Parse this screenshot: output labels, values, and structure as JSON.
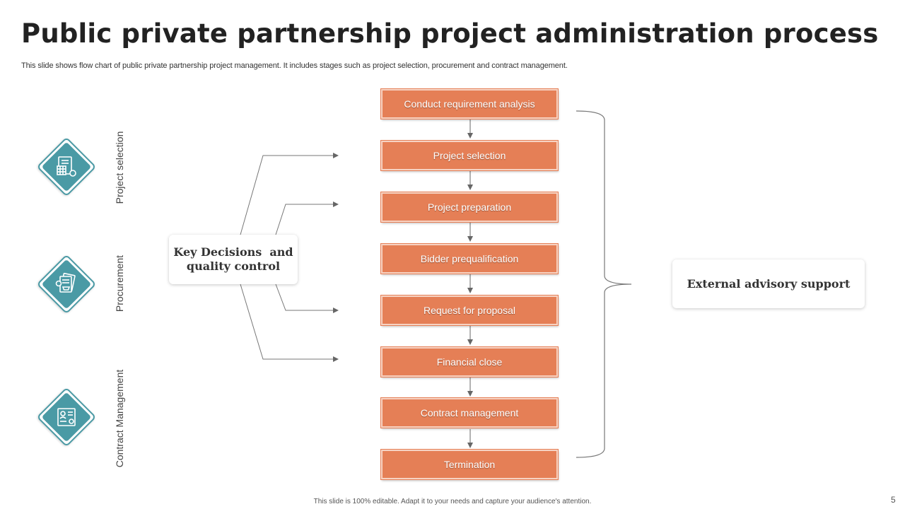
{
  "title": "Public private partnership project administration process",
  "subtitle": "This slide shows flow chart of public private partnership project management. It includes stages such as project selection, procurement and contract management.",
  "steps": [
    "Conduct requirement analysis",
    "Project selection",
    "Project preparation",
    "Bidder prequalification",
    "Request for proposal",
    "Financial close",
    "Contract management",
    "Termination"
  ],
  "left_card": {
    "line1": "Key Decisions  and",
    "line2": "quality control"
  },
  "right_card": "External advisory support",
  "phases": [
    {
      "label": "Project selection",
      "icon": "calculator-document-icon"
    },
    {
      "label": "Procurement",
      "icon": "documents-cart-icon"
    },
    {
      "label": "Contract Management",
      "icon": "id-card-gear-icon"
    }
  ],
  "colors": {
    "step_fill": "#e57f56",
    "step_border": "#f7d3c3",
    "icon_teal": "#4a9aa5"
  },
  "footer": "This slide is 100% editable.  Adapt it to your needs and capture your audience's attention.",
  "page_number": "5"
}
